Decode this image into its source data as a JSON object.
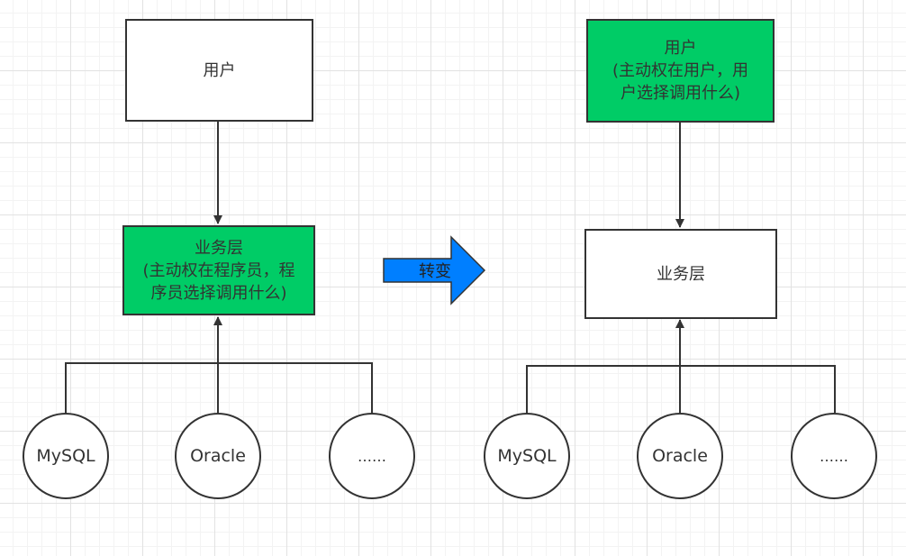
{
  "left": {
    "user_box": "用户",
    "service_box": "业务层\n(主动权在程序员，程\n序员选择调用什么)",
    "db_mysql": "MySQL",
    "db_oracle": "Oracle",
    "db_more": "……"
  },
  "transform_arrow_label": "转变",
  "right": {
    "user_box": "用户\n(主动权在用户，用\n户选择调用什么)",
    "service_box": "业务层",
    "db_mysql": "MySQL",
    "db_oracle": "Oracle",
    "db_more": "……"
  },
  "colors": {
    "highlight": "#00cc66",
    "arrow": "#007fff",
    "stroke": "#333333"
  }
}
